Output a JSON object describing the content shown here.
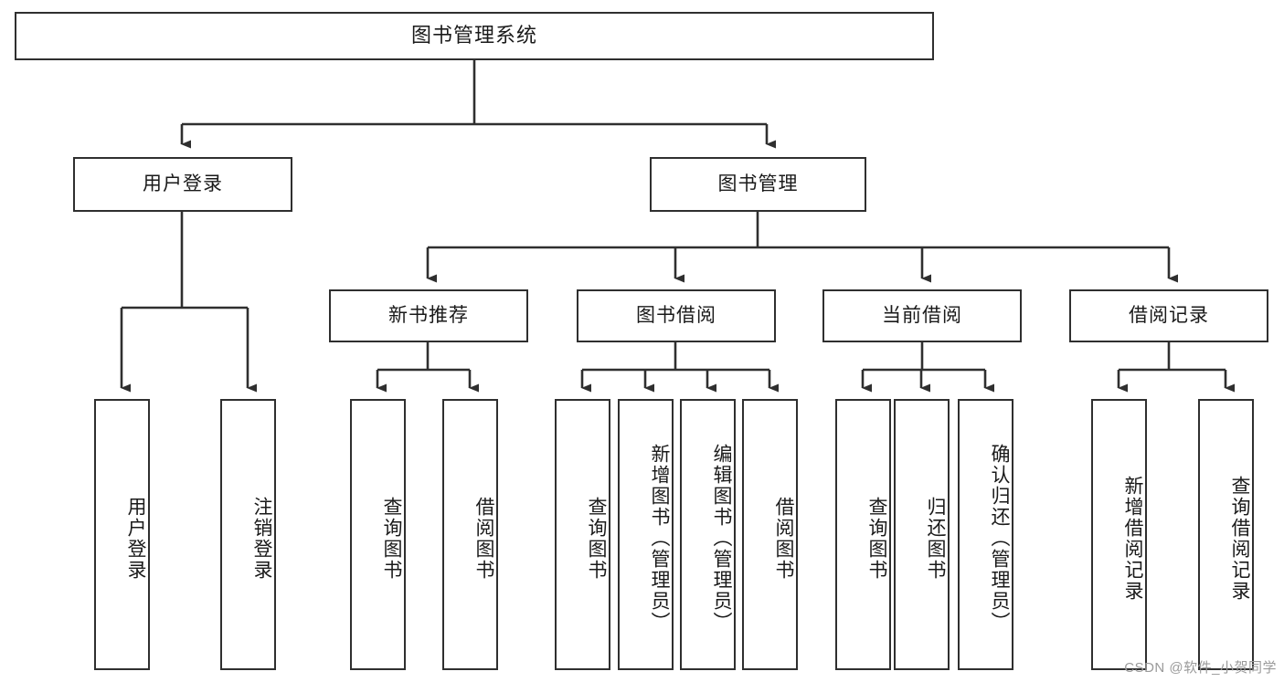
{
  "diagram": {
    "type": "tree-hierarchy",
    "title": "图书管理系统",
    "root": {
      "id": "root",
      "label": "图书管理系统"
    },
    "level2": [
      {
        "id": "user-login",
        "label": "用户登录"
      },
      {
        "id": "book-management",
        "label": "图书管理"
      }
    ],
    "level3": [
      {
        "id": "new-book-recommend",
        "label": "新书推荐",
        "parent": "book-management"
      },
      {
        "id": "book-borrow",
        "label": "图书借阅",
        "parent": "book-management"
      },
      {
        "id": "current-borrow",
        "label": "当前借阅",
        "parent": "book-management"
      },
      {
        "id": "borrow-record",
        "label": "借阅记录",
        "parent": "book-management"
      }
    ],
    "leaves": [
      {
        "id": "leaf-user-login",
        "label": "用户登录",
        "parent": "user-login"
      },
      {
        "id": "leaf-logout-login",
        "label": "注销登录",
        "parent": "user-login"
      },
      {
        "id": "leaf-query-book-1",
        "label": "查询图书",
        "parent": "new-book-recommend"
      },
      {
        "id": "leaf-borrow-book-1",
        "label": "借阅图书",
        "parent": "new-book-recommend"
      },
      {
        "id": "leaf-query-book-2",
        "label": "查询图书",
        "parent": "book-borrow"
      },
      {
        "id": "leaf-add-book",
        "label": "新增图书（管理员）",
        "parent": "book-borrow"
      },
      {
        "id": "leaf-edit-book",
        "label": "编辑图书（管理员）",
        "parent": "book-borrow"
      },
      {
        "id": "leaf-borrow-book-2",
        "label": "借阅图书",
        "parent": "book-borrow"
      },
      {
        "id": "leaf-query-book-3",
        "label": "查询图书",
        "parent": "current-borrow"
      },
      {
        "id": "leaf-return-book",
        "label": "归还图书",
        "parent": "current-borrow"
      },
      {
        "id": "leaf-confirm-return",
        "label": "确认归还（管理员）",
        "parent": "current-borrow"
      },
      {
        "id": "leaf-add-record",
        "label": "新增借阅记录",
        "parent": "borrow-record"
      },
      {
        "id": "leaf-query-record",
        "label": "查询借阅记录",
        "parent": "borrow-record"
      }
    ],
    "colors": {
      "box_border": "#2f2f2f",
      "box_fill": "#ffffff",
      "connector": "#2f2f2f",
      "text": "#1a1a1a",
      "watermark": "#9a9a9a",
      "background": "#ffffff"
    }
  },
  "watermark": {
    "text": "CSDN @软件_小贺同学"
  }
}
